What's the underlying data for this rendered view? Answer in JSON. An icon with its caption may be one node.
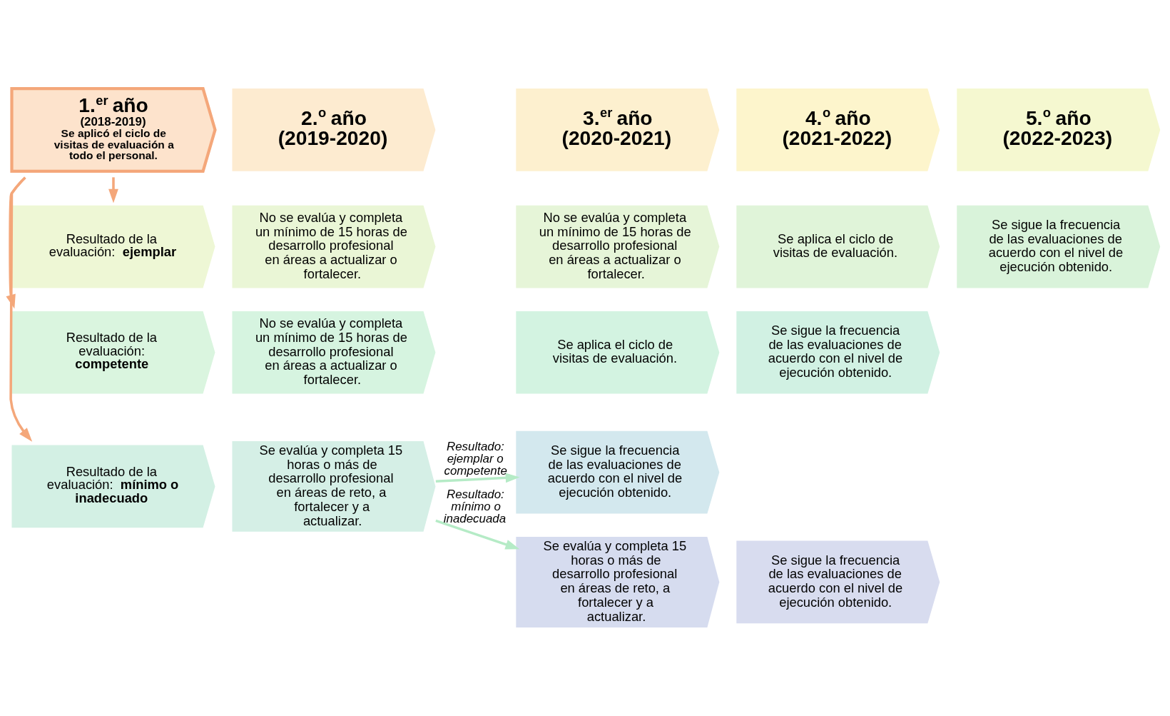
{
  "diagram": {
    "nodes": [
      {
        "text": [
          "1.$^{er}$ año",
          "(2018-2019)",
          "Se aplicó el ciclo de visitas de evaluación a todo el personal."
        ]
      },
      {
        "text": [
          "2.$^{o}$ año",
          "(2019-2020)"
        ]
      },
      {
        "text": [
          "3.$^{er}$ año",
          "(2020-2021)"
        ]
      },
      {
        "text": [
          "4.$^{o}$ año",
          "(2021-2022)"
        ]
      },
      {
        "text": [
          "5.$^{o}$ año",
          "(2022-2023)"
        ]
      },
      {
        "text": [
          "Resultado de la evaluación: **ejemplar**"
        ]
      },
      {
        "text": [
          "No se evalúa y completa un mínimo de 15 horas de desarrollo profesional en áreas a actualizar o fortalecer."
        ]
      },
      {
        "text": [
          "No se evalúa y completa un mínimo de 15 horas de desarrollo profesional en áreas a actualizar o fortalecer."
        ]
      },
      {
        "text": [
          "Se aplica el ciclo de visitas de evaluación."
        ]
      },
      {
        "text": [
          "Se sigue la frecuencia de las evaluaciones de acuerdo con el nivel de ejecución obtenido."
        ]
      },
      {
        "text": [
          "Resultado de la evaluación: **competente**"
        ]
      },
      {
        "text": [
          "No se evalúa y completa un mínimo de 15 horas de desarrollo profesional en áreas a actualizar o fortalecer."
        ]
      },
      {
        "text": [
          "Se aplica el ciclo de visitas de evaluación."
        ]
      },
      {
        "text": [
          "Se sigue la frecuencia de las evaluaciones de acuerdo con el nivel de ejecución obtenido."
        ]
      },
      {
        "text": [
          "Resultado de la evaluación: **mínimo o inadecuado**"
        ]
      },
      {
        "text": [
          "Se evalúa y completa 15 horas o más de desarrollo profesional en áreas de reto, a fortalecer y a actualizar."
        ]
      },
      {
        "text": [
          "Se sigue la frecuencia de las evaluaciones de acuerdo con el nivel de ejecución obtenido."
        ]
      },
      {
        "text": [
          "Se evalúa y completa 15 horas o más de desarrollo profesional en áreas de reto, a fortalecer y a actualizar."
        ]
      },
      {
        "text": [
          "Se sigue la frecuencia de las evaluaciones de acuerdo con el nivel de ejecución obtenido."
        ]
      }
    ],
    "edges": [
      {
        "from": 0,
        "to": 5,
        "arrow": "to",
        "color": "#f4a77a"
      },
      {
        "from": 0,
        "to": 10,
        "arrow": "to",
        "color": "#f4a77a"
      },
      {
        "from": 0,
        "to": 14,
        "arrow": "to",
        "color": "#f4a77a"
      },
      {
        "from": 15,
        "to": 16,
        "arrow": "to",
        "label": "Resultado: ejemplar o competente",
        "color": "#b5ebc6"
      },
      {
        "from": 15,
        "to": 17,
        "arrow": "to",
        "label": "Resultado: mínimo o inadecuada",
        "color": "#b5ebc6"
      }
    ]
  }
}
